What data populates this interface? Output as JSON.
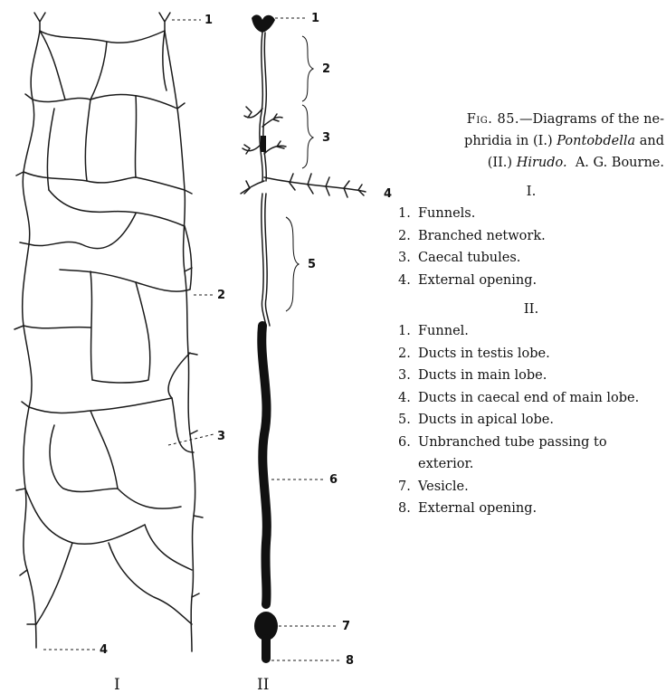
{
  "caption": {
    "fig_label": "Fig. 85.",
    "lead": "—Diagrams of the ne-",
    "line2_pre": "phridia in (I.) ",
    "line2_genus": "Pontobdella",
    "line2_post": " and",
    "line3_pre": "(II.) ",
    "line3_genus": "Hirudo.",
    "line3_post": "  A. G. Bourne."
  },
  "legend_I": {
    "heading": "I.",
    "items": [
      {
        "num": "1.",
        "text": "Funnels."
      },
      {
        "num": "2.",
        "text": "Branched network."
      },
      {
        "num": "3.",
        "text": "Caecal tubules."
      },
      {
        "num": "4.",
        "text": "External opening."
      }
    ]
  },
  "legend_II": {
    "heading": "II.",
    "items": [
      {
        "num": "1.",
        "text": "Funnel."
      },
      {
        "num": "2.",
        "text": "Ducts in testis lobe."
      },
      {
        "num": "3.",
        "text": "Ducts in main lobe."
      },
      {
        "num": "4.",
        "text": "Ducts in caecal end of main lobe."
      },
      {
        "num": "5.",
        "text": "Ducts in apical lobe."
      },
      {
        "num": "6.",
        "text": "Unbranched tube passing to exterior."
      },
      {
        "num": "7.",
        "text": "Vesicle."
      },
      {
        "num": "8.",
        "text": "External opening."
      }
    ]
  },
  "diagram_I": {
    "roman": "I",
    "labels": [
      "1",
      "2",
      "3",
      "4"
    ]
  },
  "diagram_II": {
    "roman": "II",
    "labels": [
      "1",
      "2",
      "3",
      "4",
      "5",
      "6",
      "7",
      "8"
    ]
  }
}
